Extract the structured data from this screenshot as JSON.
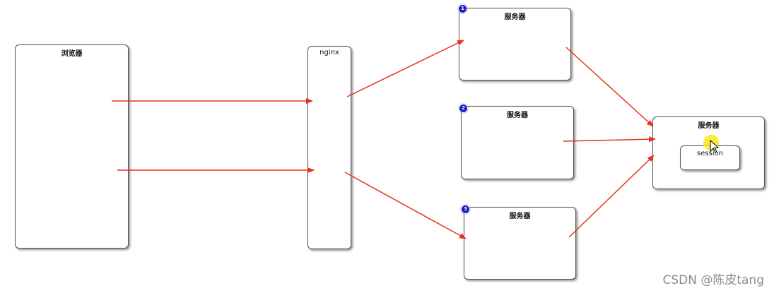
{
  "nodes": {
    "browser": {
      "label": "浏览器"
    },
    "nginx": {
      "label": "nginx"
    },
    "server1": {
      "label": "服务器",
      "badge": "1"
    },
    "server2": {
      "label": "服务器",
      "badge": "2"
    },
    "server3": {
      "label": "服务器",
      "badge": "3"
    },
    "session_server": {
      "label": "服务器"
    },
    "session": {
      "label": "session"
    }
  },
  "colors": {
    "arrow": "#e8321e",
    "badge": "#1a1acc",
    "cursor_halo": "#fae614"
  },
  "watermark": "CSDN @陈皮tang"
}
